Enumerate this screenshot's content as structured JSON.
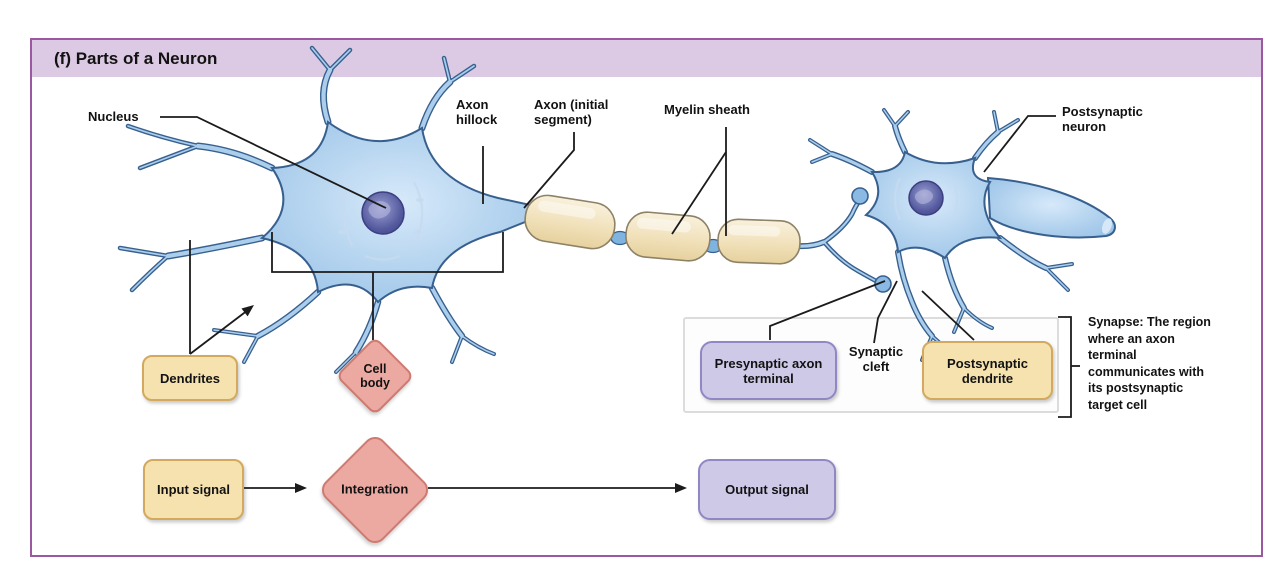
{
  "header": {
    "title": "(f) Parts of a Neuron"
  },
  "labels": {
    "nucleus": "Nucleus",
    "axon_hillock": "Axon hillock",
    "axon_initial": "Axon (initial segment)",
    "myelin_sheath": "Myelin sheath",
    "postsynaptic_neuron": "Postsynaptic neuron",
    "dendrites": "Dendrites",
    "cell_body": "Cell body",
    "presynaptic_axon_terminal": "Presynaptic axon terminal",
    "synaptic_cleft": "Synaptic cleft",
    "postsynaptic_dendrite": "Postsynaptic dendrite",
    "synapse_note": "Synapse: The region where an axon terminal communicates with its postsynaptic target cell"
  },
  "flow": {
    "input": "Input signal",
    "integration": "Integration",
    "output": "Output signal"
  },
  "colors": {
    "frame_border": "#9b57a0",
    "header_bg": "#dccae5",
    "yellow_bg": "#f5e2ae",
    "yellow_border": "#d2a95f",
    "red_bg": "#eba9a2",
    "red_border": "#cf7a71",
    "purple_bg": "#cfc9e8",
    "purple_border": "#8f88c3",
    "neuron_fill": "#aaceec",
    "neuron_outline": "#38608f",
    "nucleus_fill": "#54589c",
    "myelin_fill": "#f2e2bc",
    "myelin_border": "#8d8166",
    "line": "#1b1b1b",
    "synapse_box_border": "#dcdcdc"
  }
}
